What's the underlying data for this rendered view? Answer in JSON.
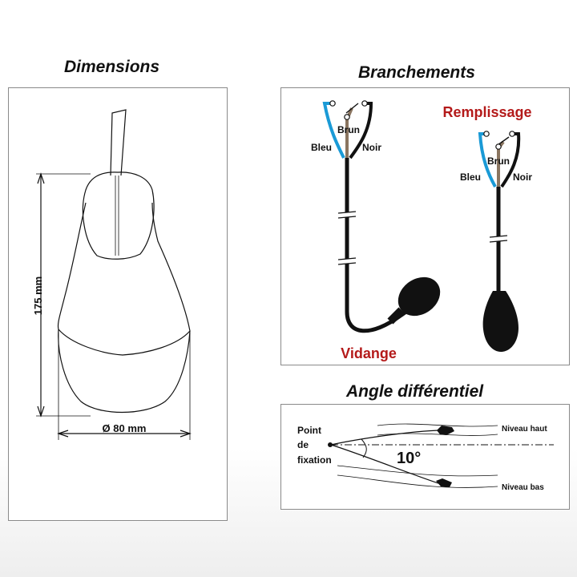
{
  "dimensions": {
    "title": "Dimensions",
    "height_label": "175 mm",
    "width_label": "Ø 80 mm"
  },
  "branchements": {
    "title": "Branchements",
    "vidange": {
      "label": "Vidange",
      "wire_brun": "Brun",
      "wire_bleu": "Bleu",
      "wire_noir": "Noir"
    },
    "remplissage": {
      "label": "Remplissage",
      "wire_brun": "Brun",
      "wire_bleu": "Bleu",
      "wire_noir": "Noir"
    }
  },
  "angle": {
    "title": "Angle différentiel",
    "point_line1": "Point",
    "point_line2": "de",
    "point_line3": "fixation",
    "angle_value": "10°",
    "niveau_haut": "Niveau haut",
    "niveau_bas": "Niveau bas"
  },
  "colors": {
    "label_red": "#b41a1a",
    "wire_blue": "#1a9ad6",
    "wire_brown": "#8a7560",
    "cable_black": "#111111"
  }
}
